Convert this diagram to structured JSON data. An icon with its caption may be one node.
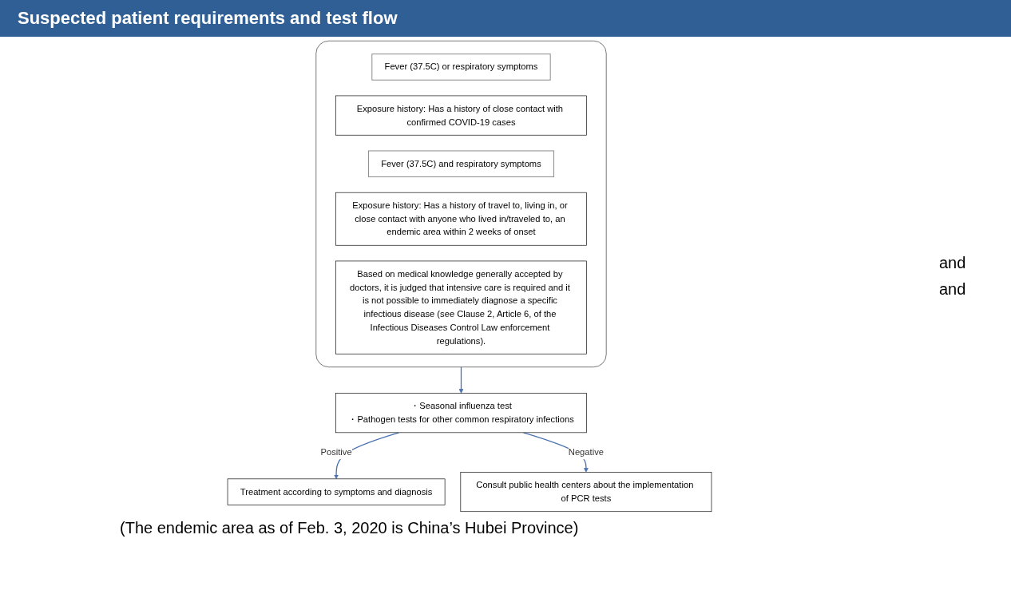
{
  "diagram": {
    "title": "Suspected patient requirements and test flow",
    "caption": "(The endemic area as of Feb. 3, 2020 is China’s Hubei Province)",
    "nodes": [
      {
        "text": [],
        "shape": "box"
      },
      {
        "text": [
          "Fever (37.5C) or respiratory symptoms"
        ],
        "in": 0
      },
      {
        "text": [
          "Exposure history: Has a history of close contact with confirmed COVID-19 cases"
        ],
        "in": 0
      },
      {
        "text": [
          "Fever (37.5C) and respiratory symptoms"
        ],
        "in": 0
      },
      {
        "text": [
          "Exposure history: Has a history of travel to, living in, or close contact with anyone who lived in/traveled to, an endemic area within 2 weeks of onset"
        ],
        "in": 0
      },
      {
        "text": [
          "Based on medical knowledge generally accepted by doctors, it is judged that intensive care is required and it is not possible to immediately diagnose a specific infectious disease (see Clause 2, Article 6, of the Infectious Diseases Control Law enforcement regulations)."
        ],
        "in": 0
      },
      {
        "text": [
          "・Seasonal influenza test",
          "・Pathogen tests for other common respiratory infections"
        ]
      },
      {
        "text": [
          "Treatment according to symptoms and diagnosis"
        ]
      },
      {
        "text": [
          "Consult public health centers about the implementation of PCR tests"
        ]
      }
    ],
    "edges": [
      {
        "from": 0,
        "to": 6,
        "arrow": "to"
      },
      {
        "from": 6,
        "to": 7,
        "arrow": "to",
        "label": "Positive"
      },
      {
        "from": 6,
        "to": 8,
        "arrow": "to",
        "label": "Negative"
      }
    ],
    "labels": [
      "and",
      "and"
    ]
  }
}
